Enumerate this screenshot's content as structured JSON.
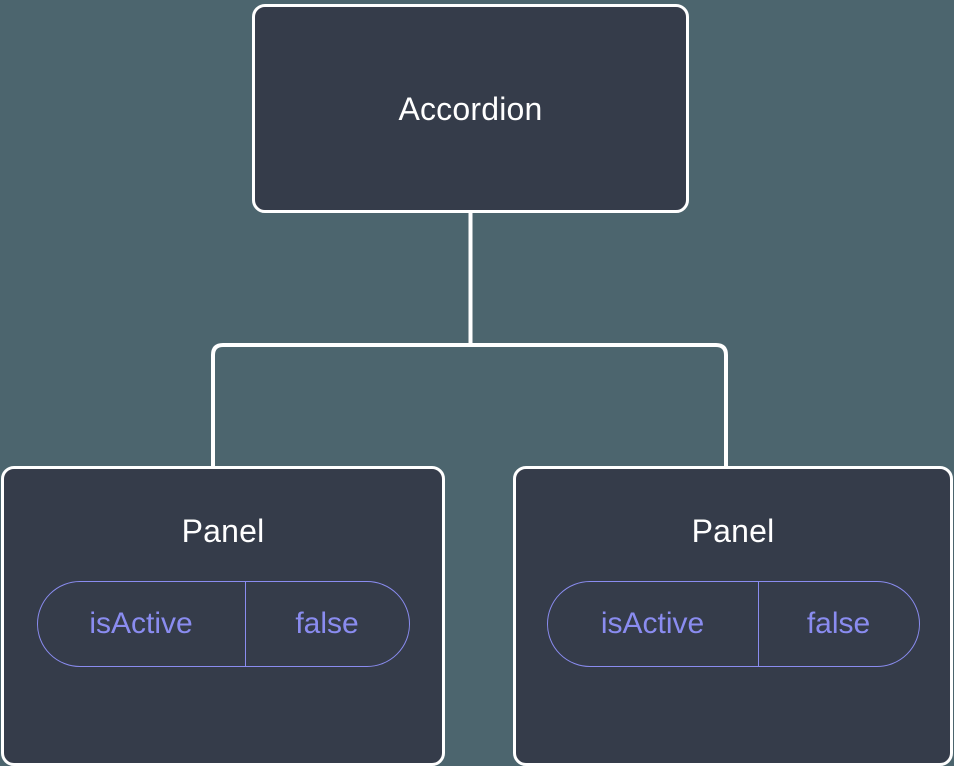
{
  "diagram": {
    "type": "component-tree",
    "background_color": "#4c656e",
    "node_fill_color": "#353c4a",
    "node_border_color": "#ffffff",
    "connector_color": "#ffffff",
    "badge_color": "#8a8cf0",
    "title_color": "#ffffff",
    "root": {
      "label": "Accordion"
    },
    "children": [
      {
        "label": "Panel",
        "state": {
          "key": "isActive",
          "value": "false"
        }
      },
      {
        "label": "Panel",
        "state": {
          "key": "isActive",
          "value": "false"
        }
      }
    ]
  }
}
